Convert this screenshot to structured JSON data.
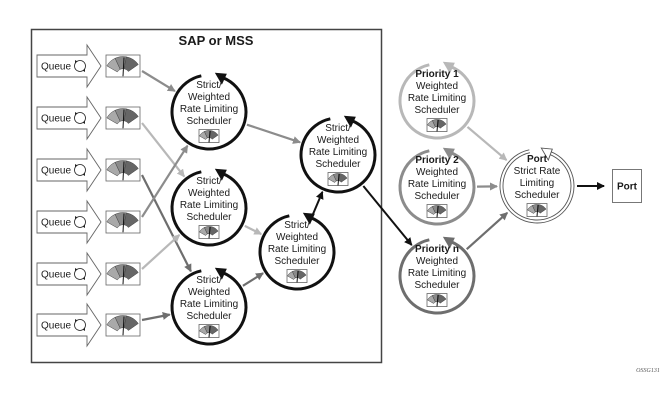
{
  "diagram": {
    "container_title": "SAP or MSS",
    "figure_id": "OSSG131",
    "colors": {
      "black": "#111111",
      "dark_gray": "#6e6e6e",
      "medium_gray": "#8c8c8c",
      "light_gray": "#b8b8b8",
      "gauge_light": "#a9a9a9",
      "gauge_mid": "#8a8a8a",
      "gauge_dark": "#666666"
    },
    "queues": [
      {
        "label": "Queue",
        "target": "s1",
        "line": "medium_gray"
      },
      {
        "label": "Queue",
        "target": "s2",
        "line": "light_gray"
      },
      {
        "label": "Queue",
        "target": "s3",
        "line": "dark_gray"
      },
      {
        "label": "Queue",
        "target": "s1",
        "line": "medium_gray"
      },
      {
        "label": "Queue",
        "target": "s2",
        "line": "light_gray"
      },
      {
        "label": "Queue",
        "target": "s3",
        "line": "dark_gray"
      }
    ],
    "schedulers": [
      {
        "id": "s1",
        "lines": [
          "Strict/",
          "Weighted",
          "Rate Limiting",
          "Scheduler"
        ],
        "style": "black"
      },
      {
        "id": "s2",
        "lines": [
          "Strict/",
          "Weighted",
          "Rate Limiting",
          "Scheduler"
        ],
        "style": "black"
      },
      {
        "id": "s3",
        "lines": [
          "Strict/",
          "Weighted",
          "Rate Limiting",
          "Scheduler"
        ],
        "style": "black"
      },
      {
        "id": "s4",
        "lines": [
          "Strict/",
          "Weighted",
          "Rate Limiting",
          "Scheduler"
        ],
        "style": "black"
      },
      {
        "id": "s5",
        "lines": [
          "Strict/",
          "Weighted",
          "Rate Limiting",
          "Scheduler"
        ],
        "style": "black"
      },
      {
        "id": "p1",
        "title": "Priority 1",
        "lines": [
          "Weighted",
          "Rate Limiting",
          "Scheduler"
        ],
        "style": "light_gray"
      },
      {
        "id": "p2",
        "title": "Priority 2",
        "lines": [
          "Weighted",
          "Rate Limiting",
          "Scheduler"
        ],
        "style": "medium_gray"
      },
      {
        "id": "pn",
        "title": "Priority n",
        "lines": [
          "Weighted",
          "Rate Limiting",
          "Scheduler"
        ],
        "style": "dark_gray"
      },
      {
        "id": "port",
        "title": "Port",
        "lines": [
          "Strict Rate",
          "Limiting",
          "Scheduler"
        ],
        "style": "double"
      }
    ],
    "links": [
      {
        "from": "s1",
        "to": "s5",
        "line": "medium_gray"
      },
      {
        "from": "s2",
        "to": "s4",
        "line": "light_gray"
      },
      {
        "from": "s3",
        "to": "s4",
        "line": "dark_gray"
      },
      {
        "from": "s4",
        "to": "s5",
        "line": "black"
      },
      {
        "from": "s5",
        "to": "pn",
        "line": "black"
      },
      {
        "from": "p1",
        "to": "port",
        "line": "light_gray"
      },
      {
        "from": "p2",
        "to": "port",
        "line": "medium_gray"
      },
      {
        "from": "pn",
        "to": "port",
        "line": "dark_gray"
      },
      {
        "from": "port",
        "to": "port_out",
        "line": "black"
      }
    ],
    "port_output": {
      "label": "Port"
    }
  }
}
